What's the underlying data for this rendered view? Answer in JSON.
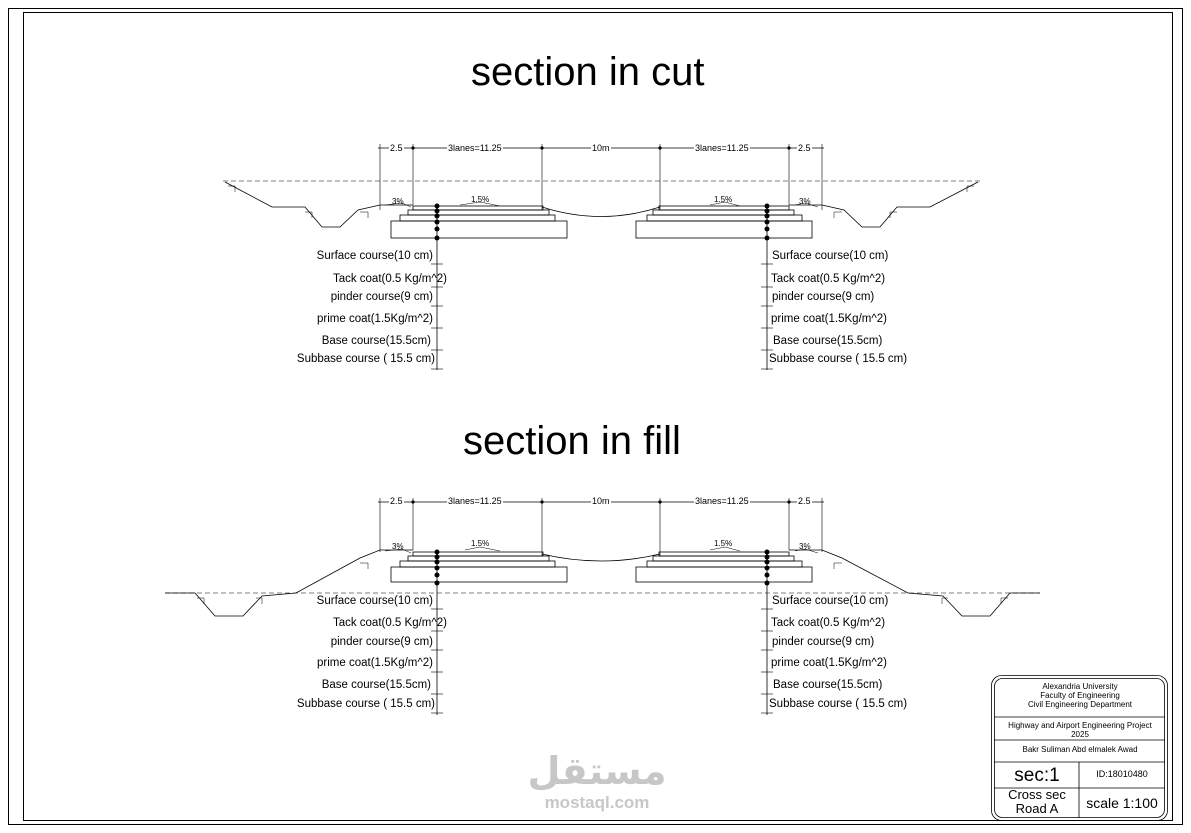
{
  "sections": [
    {
      "title": "section in cut",
      "dims": {
        "shoulder": "2.5",
        "lanes": "3lanes=11.25",
        "median": "10m"
      },
      "slopes": {
        "shoulder": "3%",
        "lane": "1.5%"
      },
      "layers": [
        "Surface course(10 cm)",
        "Tack coat(0.5 Kg/m^2)",
        "pinder course(9 cm)",
        "prime coat(1.5Kg/m^2)",
        "Base course(15.5cm)",
        "Subbase course ( 15.5 cm)"
      ]
    },
    {
      "title": "section in fill",
      "dims": {
        "shoulder": "2.5",
        "lanes": "3lanes=11.25",
        "median": "10m"
      },
      "slopes": {
        "shoulder": "3%",
        "lane": "1.5%"
      },
      "layers": [
        "Surface course(10 cm)",
        "Tack coat(0.5 Kg/m^2)",
        "pinder course(9 cm)",
        "prime coat(1.5Kg/m^2)",
        "Base course(15.5cm)",
        "Subbase course ( 15.5 cm)"
      ]
    }
  ],
  "title_block": {
    "university": "Alexandria University",
    "faculty": "Faculty of Engineering",
    "department": "Civil Engineering Department",
    "project": "Highway and Airport Engineering Project",
    "year": "2025",
    "student": "Bakr Suliman Abd elmalek Awad",
    "sheet": "sec:1",
    "id": "ID:18010480",
    "drawing_line1": "Cross sec",
    "drawing_line2": "Road A",
    "scale": "scale 1:100"
  },
  "watermark": {
    "arabic": "مستقل",
    "latin": "mostaql.com"
  }
}
